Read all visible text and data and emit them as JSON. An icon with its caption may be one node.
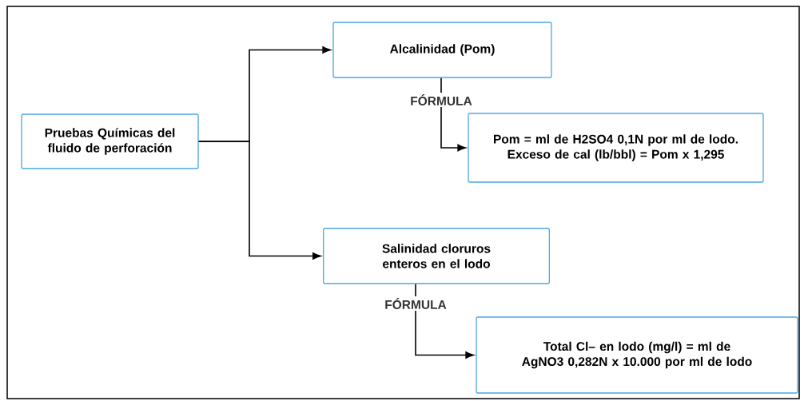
{
  "diagram": {
    "nodes": [
      {
        "text": [
          "Pruebas Químicas del fluido de perforación"
        ]
      },
      {
        "text": [
          "Alcalinidad (Pom)"
        ]
      },
      {
        "text": [
          "Pom = ml de H2SO4 0,1N por ml de lodo. Exceso de cal (lb/bbl) = Pom x 1,295"
        ]
      },
      {
        "text": [
          "Salinidad cloruros enteros en el lodo"
        ]
      },
      {
        "text": [
          "Total Cl– en lodo (mg/l) = ml de AgNO3 0,282N x 10.000 por ml de lodo"
        ]
      }
    ],
    "edges": [
      {
        "from": 0,
        "to": 1,
        "arrow": "to"
      },
      {
        "from": 0,
        "to": 3,
        "arrow": "to"
      },
      {
        "from": 1,
        "to": 2,
        "arrow": "to",
        "label": "FÓRMULA"
      },
      {
        "from": 3,
        "to": 4,
        "arrow": "to",
        "label": "FÓRMULA"
      }
    ]
  }
}
